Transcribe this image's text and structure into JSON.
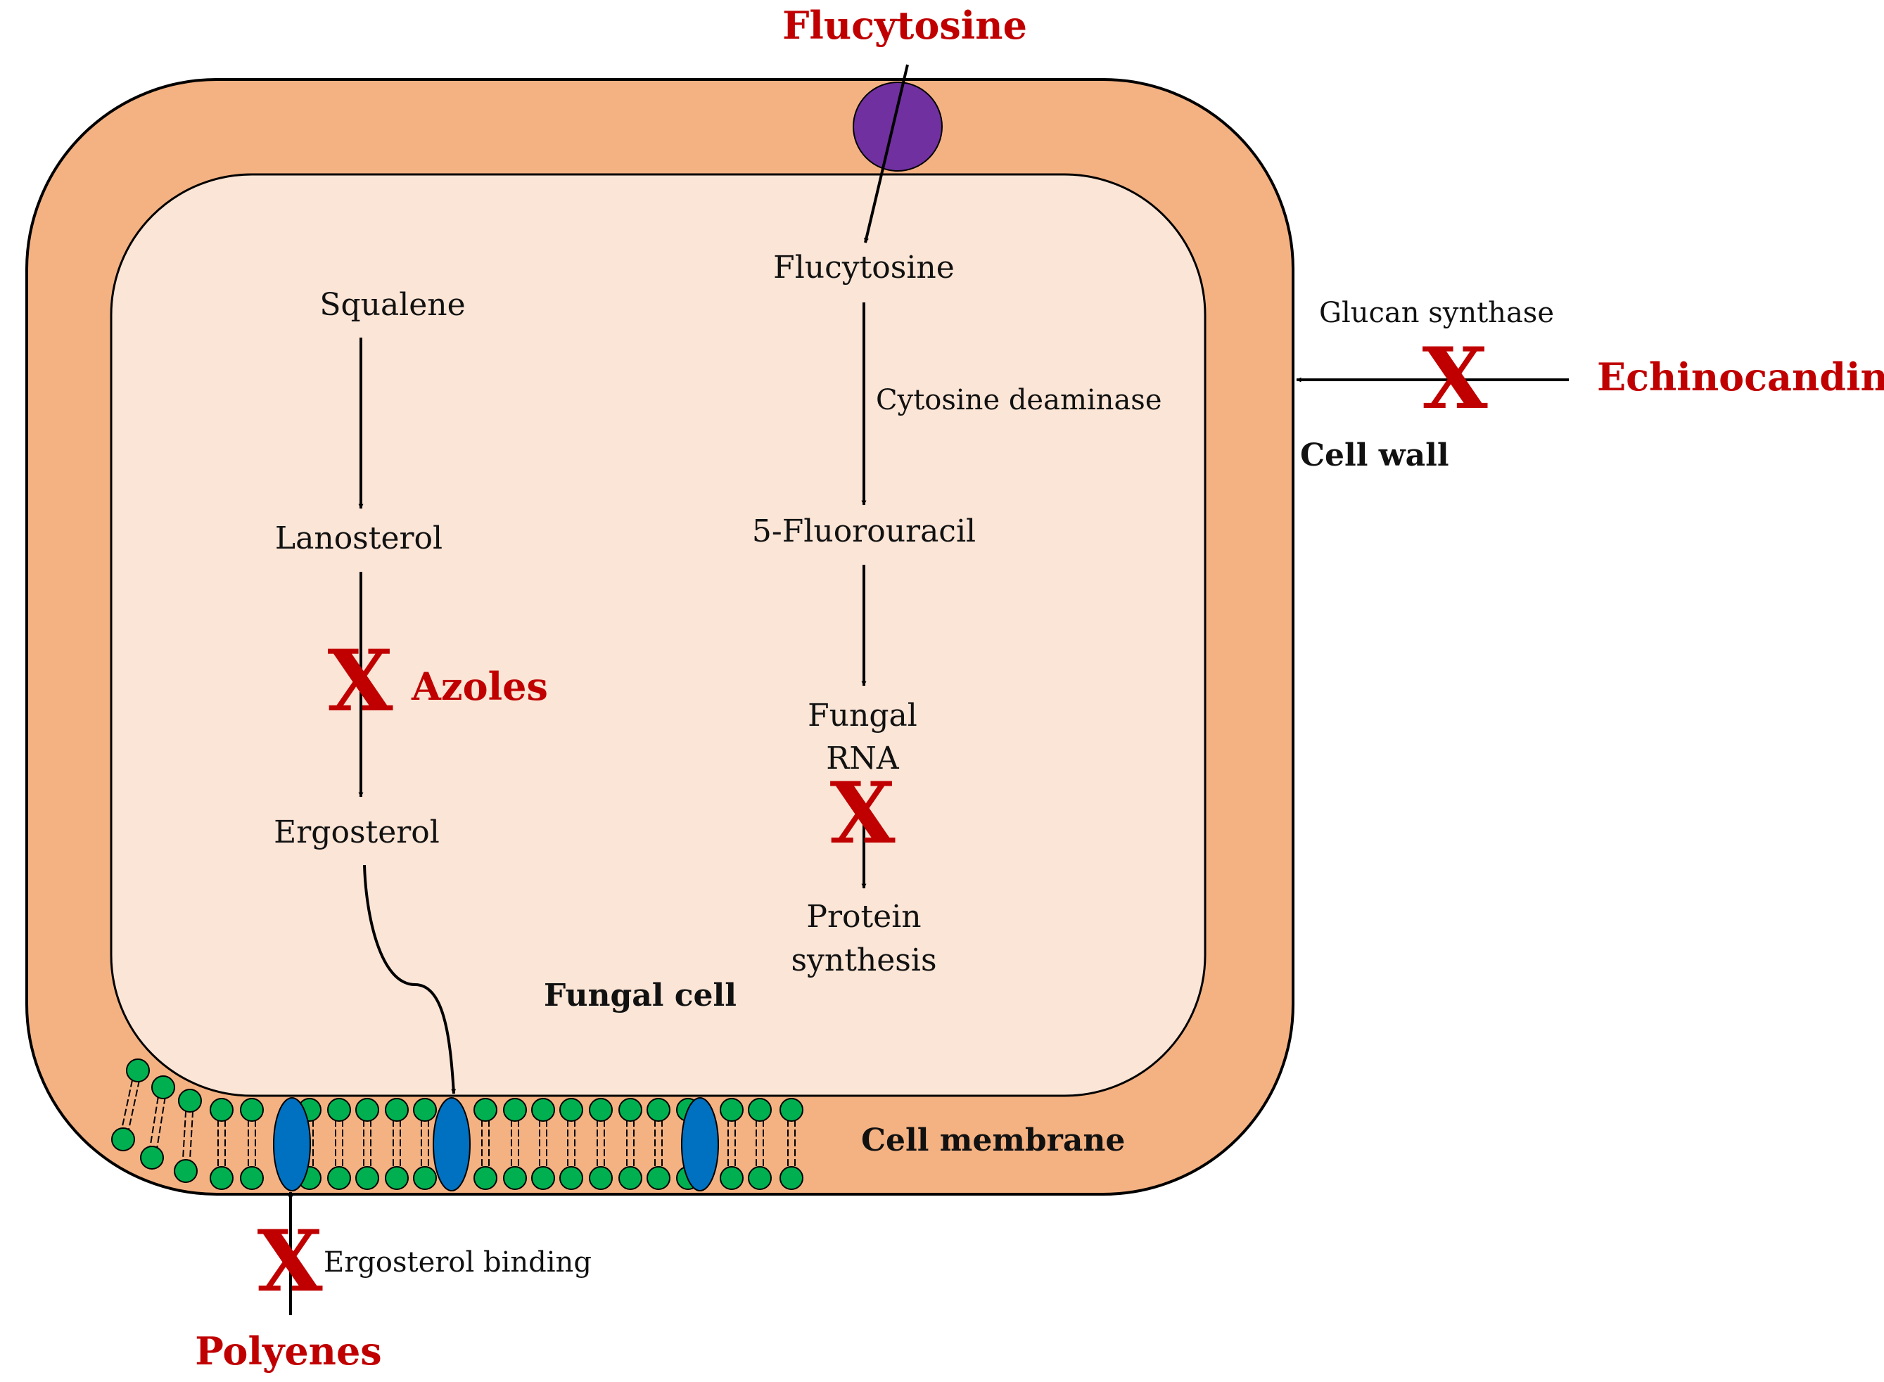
{
  "drugs": {
    "flucytosine": "Flucytosine",
    "echinocandins": "Echinocandins",
    "azoles": "Azoles",
    "polyenes": "Polyenes"
  },
  "pathway": {
    "squalene": "Squalene",
    "lanosterol": "Lanosterol",
    "ergosterol": "Ergosterol",
    "flucytosine": "Flucytosine",
    "fluorouracil": "5-Fluorouracil",
    "fungal_rna_line1": "Fungal",
    "fungal_rna_line2": "RNA",
    "protein_line1": "Protein",
    "protein_line2": "synthesis"
  },
  "enzymes": {
    "glucan_synthase": "Glucan synthase",
    "cytosine_deaminase": "Cytosine deaminase",
    "ergosterol_binding": "Ergosterol binding"
  },
  "structures": {
    "cell_wall": "Cell wall",
    "cell_membrane": "Cell membrane",
    "fungal_cell": "Fungal cell"
  },
  "inhibition_mark": "X",
  "colors": {
    "cell_wall": "#f4b283",
    "cytoplasm": "#fbe5d6",
    "drug_text": "#c00000",
    "transporter": "#7030a0",
    "membrane_protein": "#0070c0",
    "lipid_head": "#00b050"
  }
}
